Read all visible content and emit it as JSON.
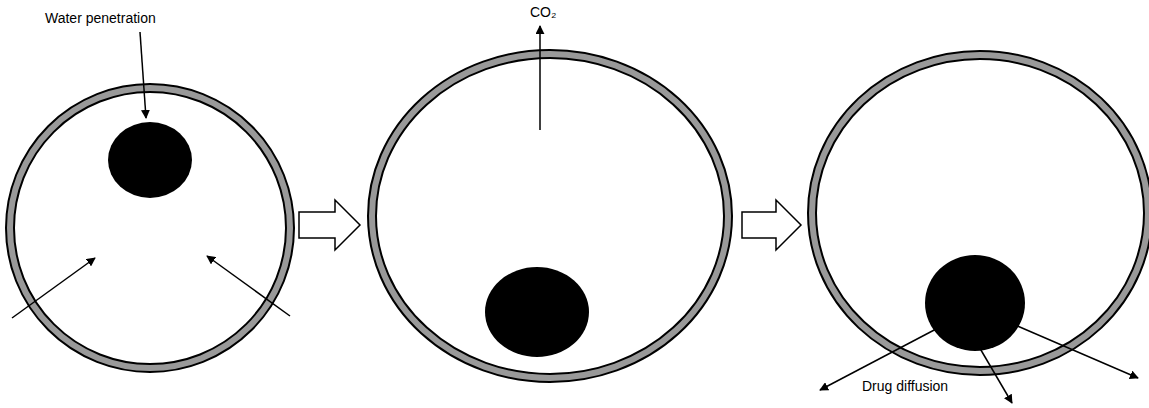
{
  "diagram": {
    "labels": [
      "Water penetration",
      "CO₂",
      "Drug diffusion"
    ]
  }
}
